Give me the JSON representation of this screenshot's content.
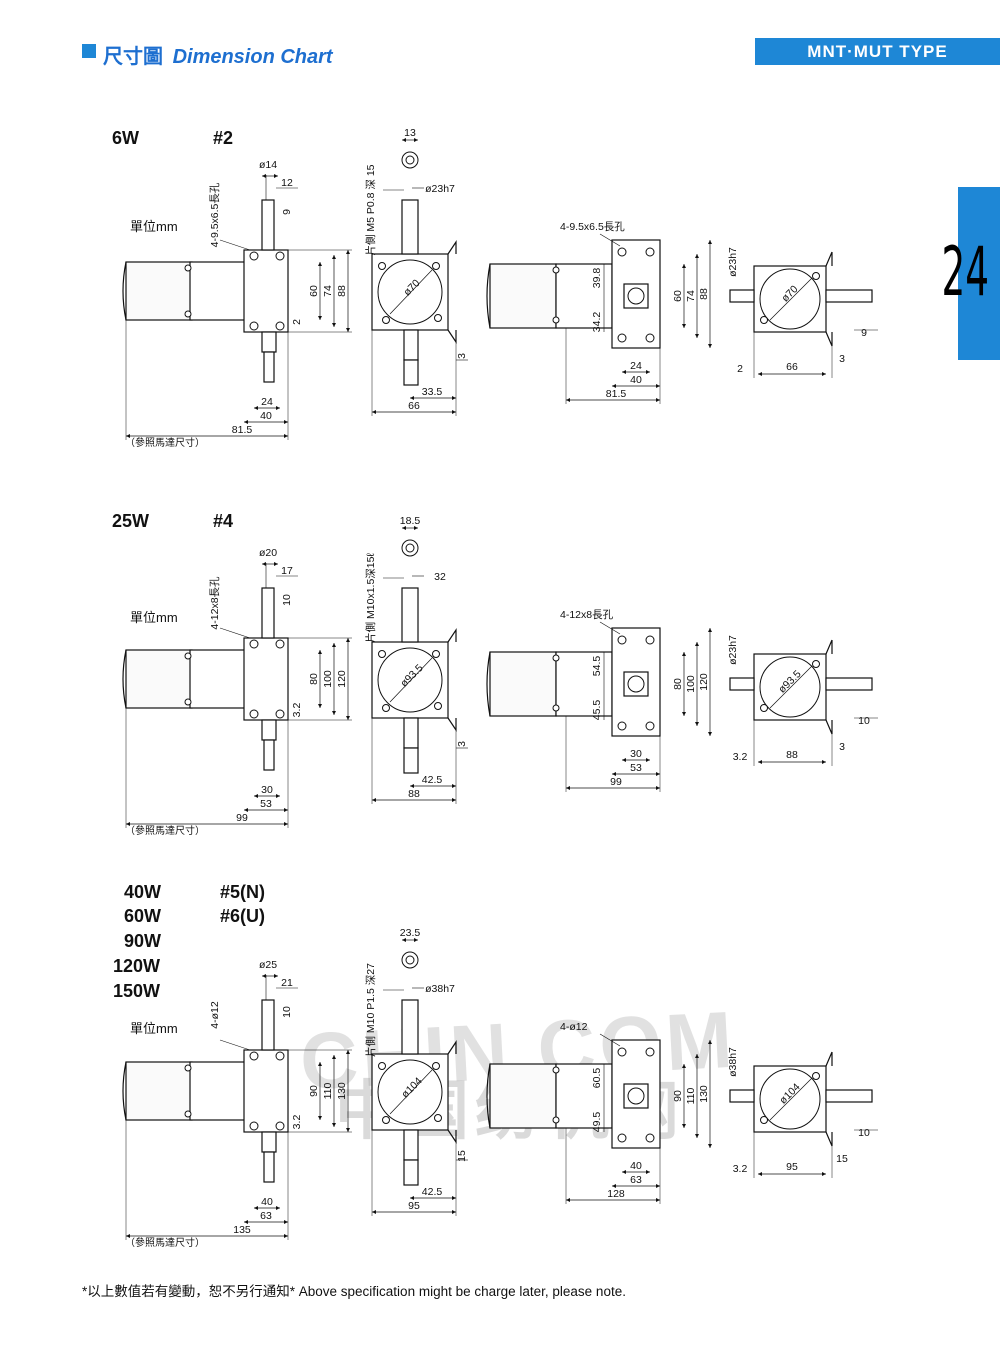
{
  "header": {
    "title_cn": "尺寸圖",
    "title_en": "Dimension Chart",
    "type_badge": "MNT·MUT TYPE",
    "page_number": "24"
  },
  "watermark": {
    "line1": "CHIN.COM",
    "line2": "中国纺机网"
  },
  "sections": [
    {
      "id": "s6w",
      "power": [
        "6W"
      ],
      "gear": [
        "#2"
      ],
      "unit": "單位mm",
      "ref": "（參照馬達尺寸）",
      "holes_front": "4-9.5x6.5長孔",
      "holes_back": "4-9.5x6.5長孔",
      "side_thread": "片側 M5 P0.8 深 15",
      "d": {
        "shaft_dia": "ø14",
        "key_w": "12",
        "key_d": "9",
        "h_inner": "60",
        "h_mid": "74",
        "h_outer": "88",
        "offset": "2",
        "base_inner": "24",
        "base_outer": "40",
        "overall_len": "81.5",
        "top_key": "13",
        "pilot": "ø23h7",
        "pcd": "ø70",
        "bracket_t": "3",
        "bottom_a": "33.5",
        "bottom_b": "66",
        "rear_up": "39.8",
        "rear_down": "34.2",
        "rear_h_inner": "60",
        "rear_h_mid": "74",
        "rear_h_outer": "88",
        "rear_base_inner": "24",
        "rear_base_outer": "40",
        "rear_len": "81.5",
        "side_pilot": "ø23h7",
        "side_pcd": "ø70",
        "side_key": "9",
        "side_left": "2",
        "side_w": "66",
        "side_t": "3"
      }
    },
    {
      "id": "s25w",
      "power": [
        "25W"
      ],
      "gear": [
        "#4"
      ],
      "unit": "單位mm",
      "ref": "（參照馬達尺寸）",
      "holes_front": "4-12x8長孔",
      "holes_back": "4-12x8長孔",
      "side_thread": "片側 M10x1.5深15ℓ",
      "d": {
        "shaft_dia": "ø20",
        "key_w": "17",
        "key_d": "10",
        "h_inner": "80",
        "h_mid": "100",
        "h_outer": "120",
        "offset": "3.2",
        "base_inner": "30",
        "base_outer": "53",
        "overall_len": "99",
        "top_key": "18.5",
        "pilot": "32",
        "pcd": "ø93.5",
        "bracket_t": "3",
        "bottom_a": "42.5",
        "bottom_b": "88",
        "rear_up": "54.5",
        "rear_down": "45.5",
        "rear_h_inner": "80",
        "rear_h_mid": "100",
        "rear_h_outer": "120",
        "rear_base_inner": "30",
        "rear_base_outer": "53",
        "rear_len": "99",
        "side_pilot": "ø23h7",
        "side_pcd": "ø93.5",
        "side_key": "10",
        "side_left": "3.2",
        "side_w": "88",
        "side_t": "3"
      }
    },
    {
      "id": "s40w",
      "power": [
        "40W",
        "60W",
        "90W",
        "120W",
        "150W"
      ],
      "gear": [
        "#5(N)",
        "#6(U)"
      ],
      "unit": "單位mm",
      "ref": "（參照馬達尺寸）",
      "holes_front": "4-ø12",
      "holes_back": "4-ø12",
      "side_thread": "片側 M10 P1.5 深27",
      "d": {
        "shaft_dia": "ø25",
        "key_w": "21",
        "key_d": "10",
        "h_inner": "90",
        "h_mid": "110",
        "h_outer": "130",
        "offset": "3.2",
        "base_inner": "40",
        "base_outer": "63",
        "overall_len": "135",
        "top_key": "23.5",
        "pilot": "ø38h7",
        "pcd": "ø104",
        "bracket_t": "15",
        "bottom_a": "42.5",
        "bottom_b": "95",
        "rear_up": "60.5",
        "rear_down": "49.5",
        "rear_h_inner": "90",
        "rear_h_mid": "110",
        "rear_h_outer": "130",
        "rear_base_inner": "40",
        "rear_base_outer": "63",
        "rear_len": "128",
        "side_pilot": "ø38h7",
        "side_pcd": "ø104",
        "side_key": "10",
        "side_left": "3.2",
        "side_w": "95",
        "side_t": "15"
      }
    }
  ],
  "footnote": "*以上數值若有變動，恕不另行通知*  Above specification might be charge later, please note."
}
